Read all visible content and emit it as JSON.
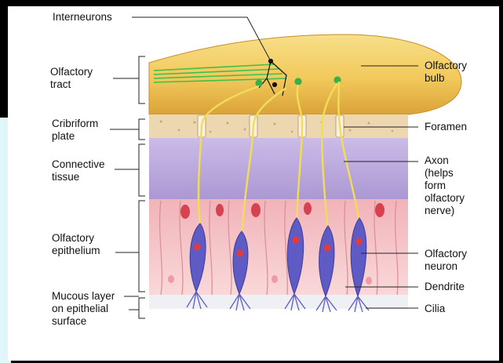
{
  "colors": {
    "bulb": "#f2c95a",
    "bulb_edge": "#d39a2e",
    "cribriform": "#ecd7b1",
    "connective": "#b9a6dc",
    "epithelium": "#f6c5c9",
    "neuron": "#5f5bc4",
    "axon": "#f0dd5a",
    "tract": "#3fbf4a",
    "interneuron": "#1a1a1a"
  },
  "labels": {
    "interneurons": "Interneurons",
    "olfactory_tract": "Olfactory\ntract",
    "cribriform_plate": "Cribriform\nplate",
    "connective_tissue": "Connective\ntissue",
    "olfactory_epithelium": "Olfactory\nepithelium",
    "mucous_layer": "Mucous layer\non epithelial\nsurface",
    "olfactory_bulb": "Olfactory\nbulb",
    "foramen": "Foramen",
    "axon": "Axon\n(helps\nform\nolfactory\nnerve)",
    "olfactory_neuron": "Olfactory\nneuron",
    "dendrite": "Dendrite",
    "cilia": "Cilia"
  }
}
